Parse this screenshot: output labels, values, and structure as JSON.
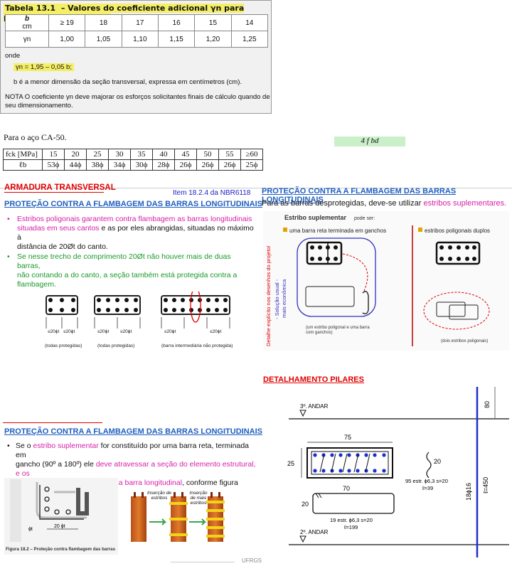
{
  "table131": {
    "title_prefix": "Tabela 13.1",
    "title_rest": " – Valores do coeficiente adicional γn para pilares e pilares-parede",
    "row1_head": "b",
    "row1_unit": "cm",
    "row1": [
      "≥ 19",
      "18",
      "17",
      "16",
      "15",
      "14"
    ],
    "row2_head": "γn",
    "row2": [
      "1,00",
      "1,05",
      "1,10",
      "1,15",
      "1,20",
      "1,25"
    ],
    "onde": "onde",
    "formula": "γn = 1,95 – 0,05 b;",
    "b_desc": "b é a menor dimensão da seção transversal, expressa em centímetros (cm).",
    "nota_line1": "NOTA    O coeficiente γn deve majorar os esforços solicitantes finais de cálculo quando de",
    "nota_line2": "seu dimensionamento."
  },
  "steel": {
    "title": "Para o aço CA-50.",
    "formula": "4 f bd",
    "fck_label": "fck [MPa]",
    "lb_label": "ℓb",
    "fck": [
      "15",
      "20",
      "25",
      "30",
      "35",
      "40",
      "45",
      "50",
      "55",
      "≥60"
    ],
    "lb": [
      "53ϕ",
      "44ϕ",
      "38ϕ",
      "34ϕ",
      "30ϕ",
      "28ϕ",
      "26ϕ",
      "26ϕ",
      "26ϕ",
      "25ϕ"
    ]
  },
  "left_top": {
    "heading": "ARMADURA TRANSVERSAL",
    "item": "Item 18.2.4 da NBR6118",
    "subheading": "PROTEÇÃO CONTRA A FLAMBAGEM DAS BARRAS LONGITUDINAIS",
    "b1_l1": "Estribos poligonais garantem contra flambagem as barras longitudinais",
    "b1_l2a": "situadas em seus cantos",
    "b1_l2b": " e as por eles abrangidas, situadas no máximo à",
    "b1_l3": "distância de 20Øt do canto.",
    "b2_l1": "Se nesse trecho de comprimento 20Øt não houver mais de duas barras,",
    "b2_l2": "não contando a do canto, a seção também está protegida contra a",
    "b2_l3": "flambagem.",
    "dim": "≤20ϕt",
    "cap1": "(todas protegidas)",
    "cap2": "(todas protegidas)",
    "cap3": "(barra intermediária não protegida)"
  },
  "right_top": {
    "heading": "PROTEÇÃO CONTRA A FLAMBAGEM DAS BARRAS LONGITUDINAIS",
    "text_a": "Para as barras desprotegidas, deve-se utilizar ",
    "text_b": "estribos suplementares.",
    "fig_title": "Estribo suplementar",
    "fig_title2": "pode ser:",
    "opt1": "uma barra reta terminada em ganchos",
    "opt2": "estribos poligonais duplos",
    "vert1": "Detalhe explícito nos desenhos do projeto!",
    "vert2": "- Solução usual -",
    "vert3": "mais econômica",
    "cap1a": "(um estribo poligonal e uma barra",
    "cap1b": "com ganchos)",
    "cap2": "(dois estribos poligonais)"
  },
  "left_bottom": {
    "subheading": "PROTEÇÃO CONTRA A FLAMBAGEM DAS BARRAS LONGITUDINAIS",
    "l1a": "Se o ",
    "l1b": "estribo suplementar",
    "l1c": " for constituído por uma barra reta, terminada em",
    "l2a": "gancho (90º a 180º) ele ",
    "l2b": "deve atravessar a seção do elemento estrutural, e os",
    "l3a": "seus ganchos devem envolver a barra longitudinal",
    "l3b": ", conforme figura abaixo.",
    "dim_t": "ϕt",
    "dim_20": "20 ϕt",
    "fig_caption": "Figura 18.2 – Proteção contra flambagem das barras",
    "ins1": "Inserção de estribos",
    "ins2": "Inserção de mais estribos"
  },
  "right_bottom": {
    "heading": "DETALHAMENTO PILARES",
    "andar3": "3º. ANDAR",
    "andar2": "2º. ANDAR",
    "d80": "80",
    "d75": "75",
    "d25": "25",
    "d20a": "20",
    "d70": "70",
    "d20b": "20",
    "est95_1": "95 estr. ϕ6,3 s=20",
    "est95_2": "ℓ=39",
    "est19_1": "19 estr. ϕ6,3 s=20",
    "est19_2": "ℓ=199",
    "bars": "18ϕ16",
    "len": "ℓ=450"
  },
  "footer": "UFRGS"
}
